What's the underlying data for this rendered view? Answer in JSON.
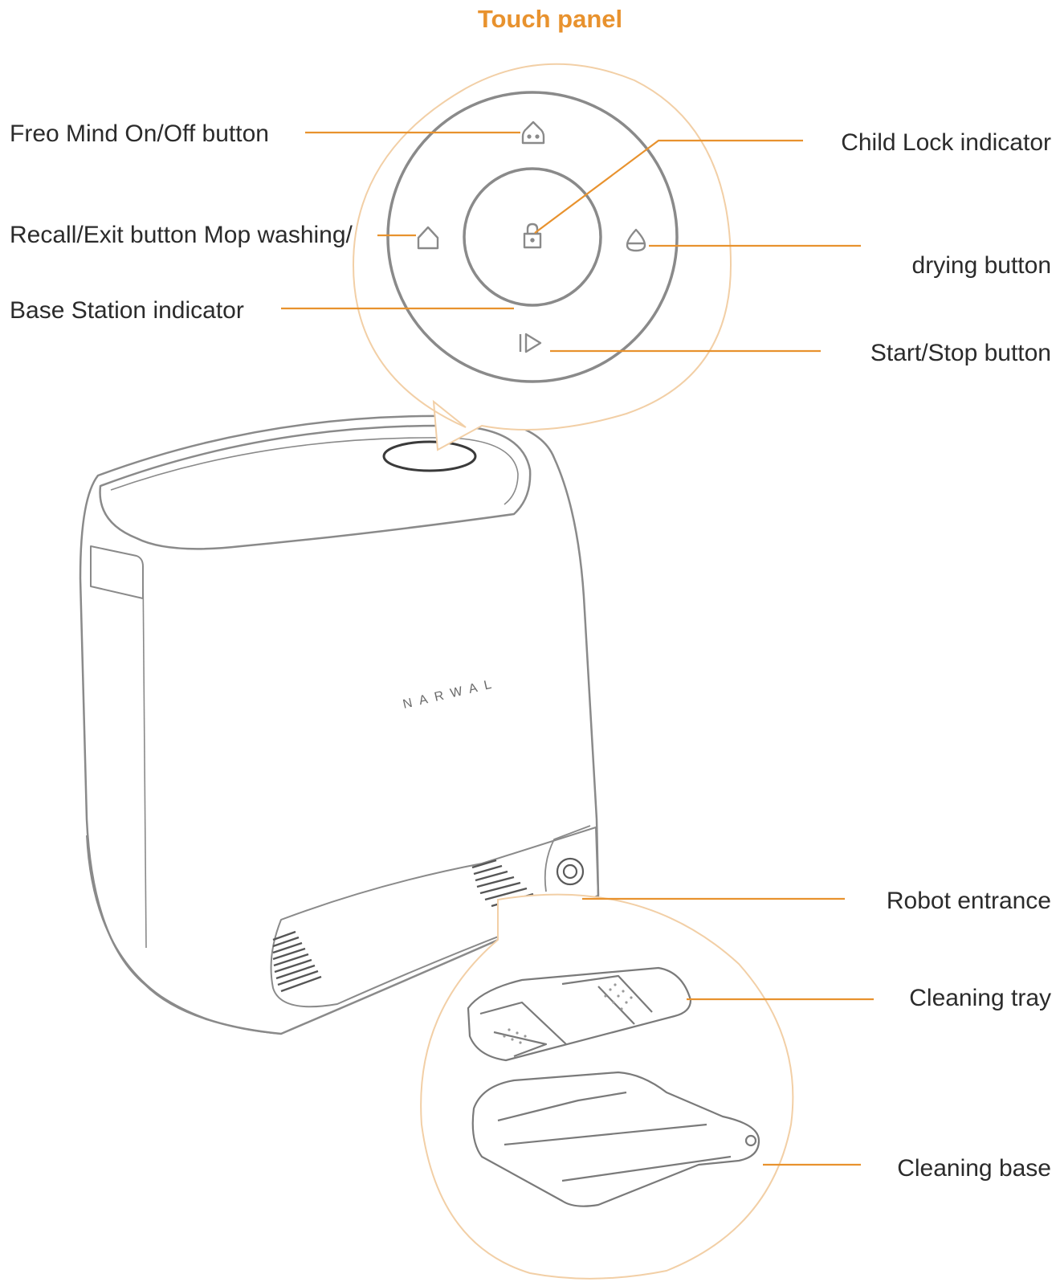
{
  "title": "Touch panel",
  "brand": "NARWAL",
  "colors": {
    "accent": "#E8922E",
    "outline": "#8a8a8a",
    "text": "#2b2b2b"
  },
  "labels": {
    "freo_mind": "Freo Mind On/Off button",
    "recall_exit": "Recall/Exit button Mop washing/",
    "base_station": "Base Station indicator",
    "child_lock": "Child Lock indicator",
    "drying": "drying button",
    "start_stop": "Start/Stop button",
    "robot_entrance": "Robot entrance",
    "cleaning_tray": "Cleaning tray",
    "cleaning_base": "Cleaning base"
  },
  "icons": {
    "freo_mind": "robot-head-icon",
    "recall_exit": "home-icon",
    "child_lock": "lock-icon",
    "drying": "water-drop-icon",
    "start_stop": "play-icon"
  }
}
